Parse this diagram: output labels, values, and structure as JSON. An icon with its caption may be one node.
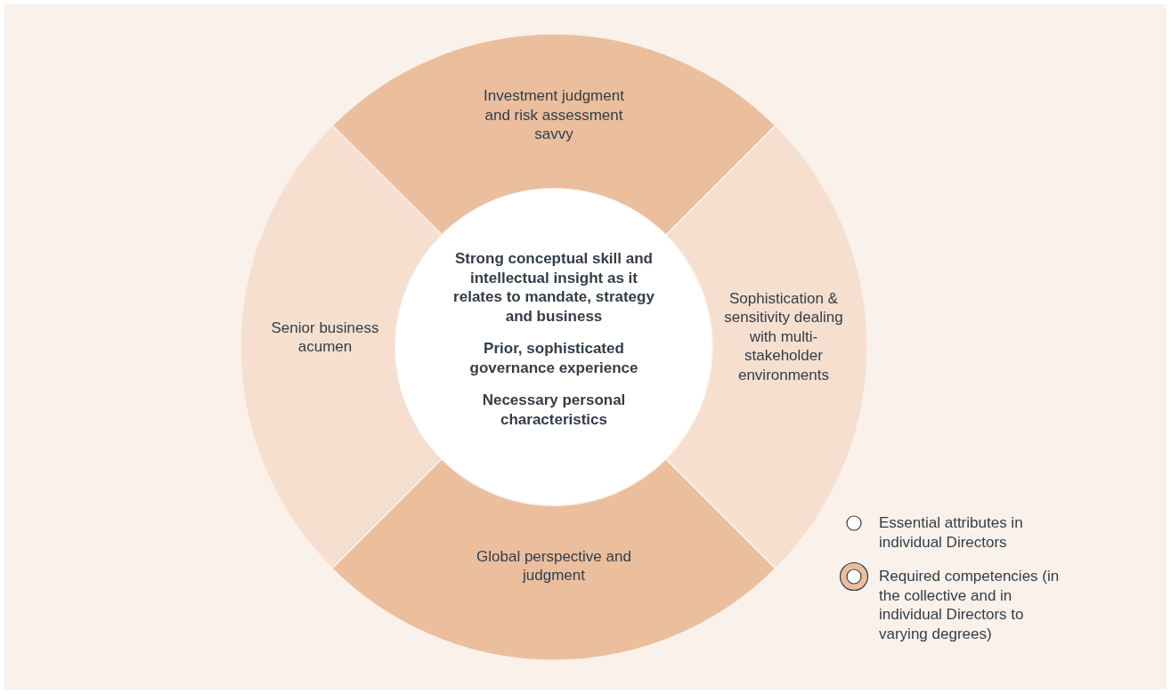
{
  "diagram": {
    "nodes": [
      {
        "text": [
          "Investment judgment and risk assessment savvy"
        ]
      },
      {
        "text": [
          "Senior business acumen"
        ]
      },
      {
        "text": [
          "Strong conceptual skill and intellectual insight as it relates to mandate, strategy and business",
          "Prior, sophisticated governance experience",
          "Necessary personal characteristics"
        ]
      },
      {
        "text": [
          "Sophistication & sensitivity dealing with multi-stakeholder environments"
        ]
      },
      {
        "text": [
          "Global perspective and judgment"
        ]
      }
    ],
    "legend": [
      {
        "text": "Essential attributes in individual Directors"
      },
      {
        "text": "Required competencies (in the collective and in individual Directors to varying degrees)"
      }
    ]
  }
}
